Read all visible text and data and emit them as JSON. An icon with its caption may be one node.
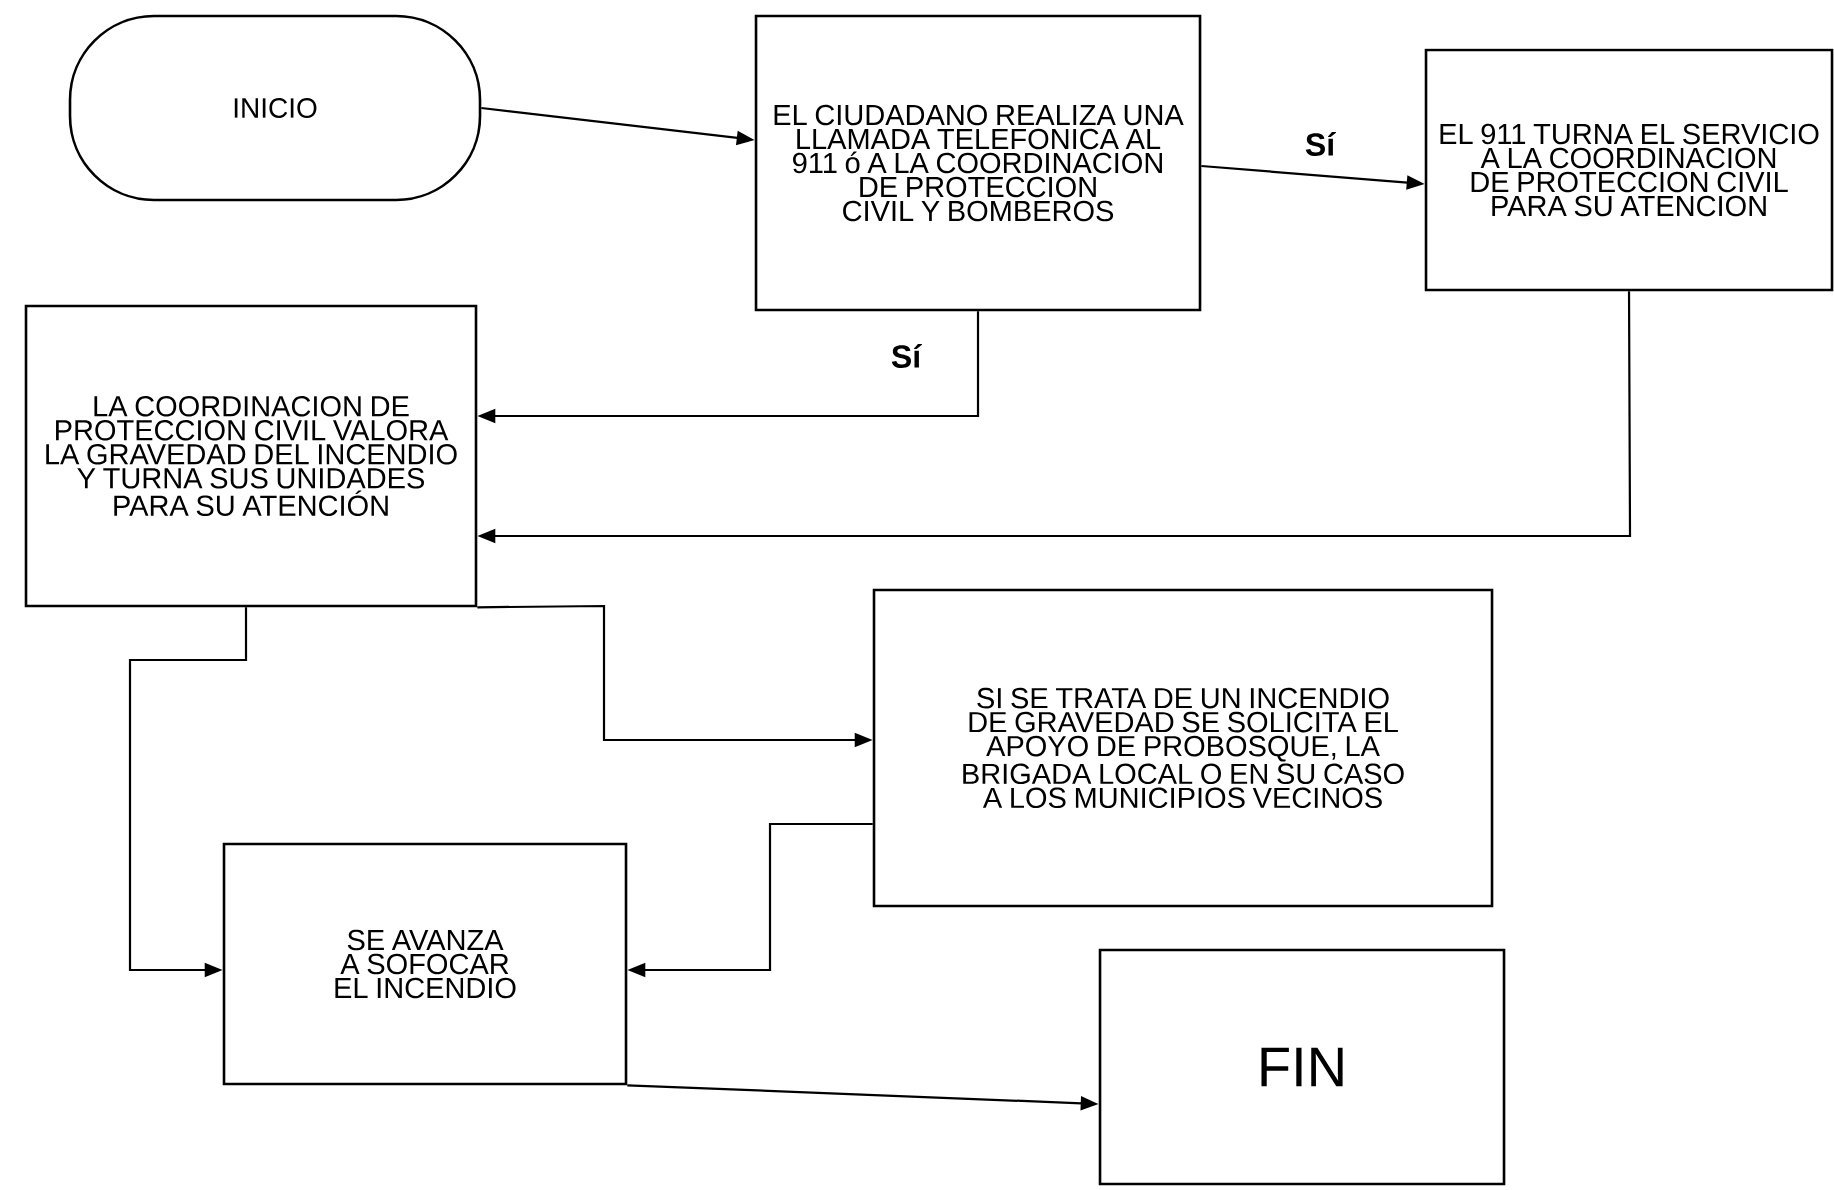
{
  "diagram": {
    "nodes": [
      {
        "text": [
          "INICIO"
        ]
      },
      {
        "text": [
          "EL CIUDADANO REALIZA UNA LLAMADA TELEFONICA AL 911 ó A LA COORDINACION DE PROTECCION CIVIL Y BOMBEROS"
        ]
      },
      {
        "text": [
          "EL 911 TURNA EL SERVICIO A LA COORDINACION DE PROTECCION CIVIL PARA SU ATENCION"
        ]
      },
      {
        "text": [
          "LA COORDINACION DE PROTECCION CIVIL VALORA LA GRAVEDAD DEL INCENDIO Y TURNA SUS UNIDADES PARA SU ATENCIÓN"
        ]
      },
      {
        "text": [
          "SI SE TRATA DE UN INCENDIO DE GRAVEDAD SE SOLICITA EL APOYO DE PROBOSQUE, LA BRIGADA LOCAL O EN SU CASO A LOS MUNICIPIOS VECINOS"
        ]
      },
      {
        "text": [
          "SE AVANZA A SOFOCAR EL INCENDIO"
        ]
      },
      {
        "text": [
          "FIN"
        ]
      }
    ],
    "edges": [
      {
        "from": 0,
        "to": 1,
        "arrow": "to"
      },
      {
        "from": 1,
        "to": 2,
        "arrow": "to",
        "label": "Sí"
      },
      {
        "from": 1,
        "to": 3,
        "arrow": "to",
        "label": "Sí"
      },
      {
        "from": 2,
        "to": 3,
        "arrow": "to"
      },
      {
        "from": 3,
        "to": 4,
        "arrow": "to"
      },
      {
        "from": 3,
        "to": 5,
        "arrow": "to"
      },
      {
        "from": 4,
        "to": 5,
        "arrow": "to"
      },
      {
        "from": 5,
        "to": 6,
        "arrow": "to"
      }
    ]
  }
}
